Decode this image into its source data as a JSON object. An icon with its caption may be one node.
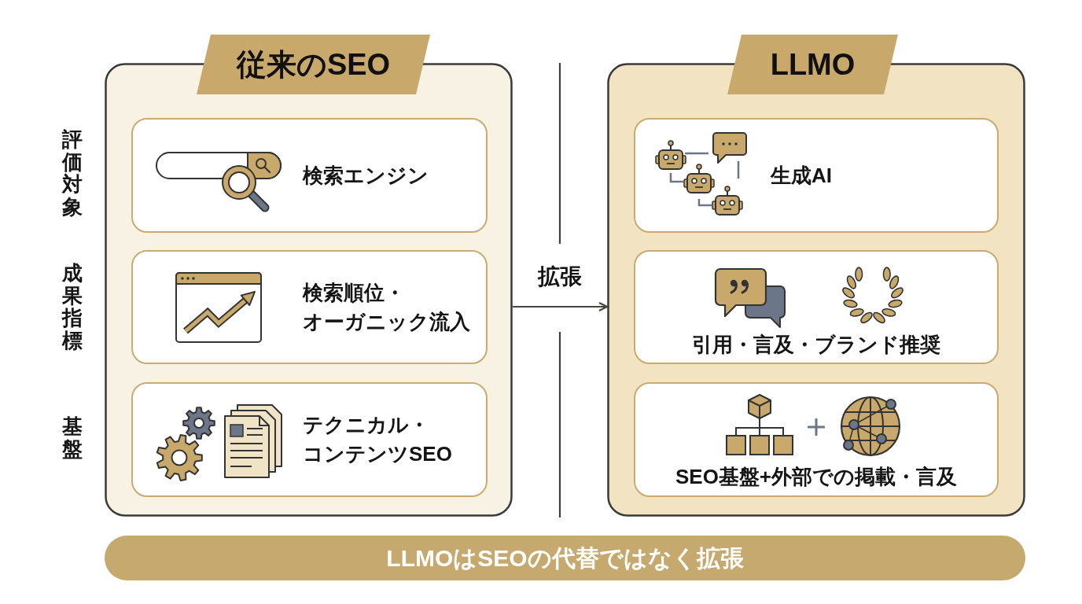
{
  "diagram": {
    "nodes": [
      {
        "text": [
          "従来のSEO"
        ]
      },
      {
        "text": [
          "検索エンジン"
        ],
        "in": 0
      },
      {
        "text": [
          "検索順位・オーガニック流入"
        ],
        "in": 0
      },
      {
        "text": [
          "テクニカル・コンテンツSEO"
        ],
        "in": 0
      },
      {
        "text": [
          "LLMO"
        ]
      },
      {
        "text": [
          "生成AI"
        ],
        "in": 4
      },
      {
        "text": [
          "引用・言及・ブランド推奨"
        ],
        "in": 4
      },
      {
        "text": [
          "SEO基盤+外部での掲載・言及"
        ],
        "in": 4
      },
      {
        "text": [
          "LLMOはSEOの代替ではなく拡張"
        ]
      }
    ],
    "edges": [
      {
        "from": 0,
        "to": 4,
        "arrow": "to",
        "label": "拡張"
      }
    ],
    "labels": [
      "評価対象",
      "成果指標",
      "基盤"
    ]
  }
}
